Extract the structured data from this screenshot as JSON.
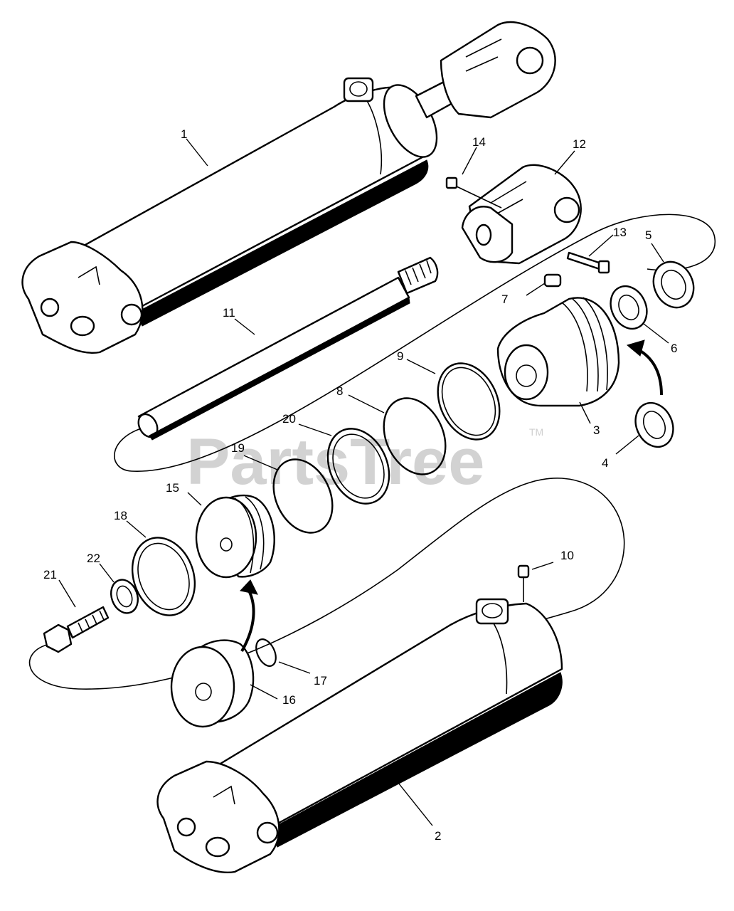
{
  "watermark": {
    "brand": "PartsTree",
    "trademark": "TM"
  },
  "callouts": {
    "c1": "1",
    "c2": "2",
    "c3": "3",
    "c4": "4",
    "c5": "5",
    "c6": "6",
    "c7": "7",
    "c8": "8",
    "c9": "9",
    "c10": "10",
    "c11": "11",
    "c12": "12",
    "c13": "13",
    "c14": "14",
    "c15": "15",
    "c16": "16",
    "c17": "17",
    "c18": "18",
    "c19": "19",
    "c20": "20",
    "c21": "21",
    "c22": "22"
  }
}
